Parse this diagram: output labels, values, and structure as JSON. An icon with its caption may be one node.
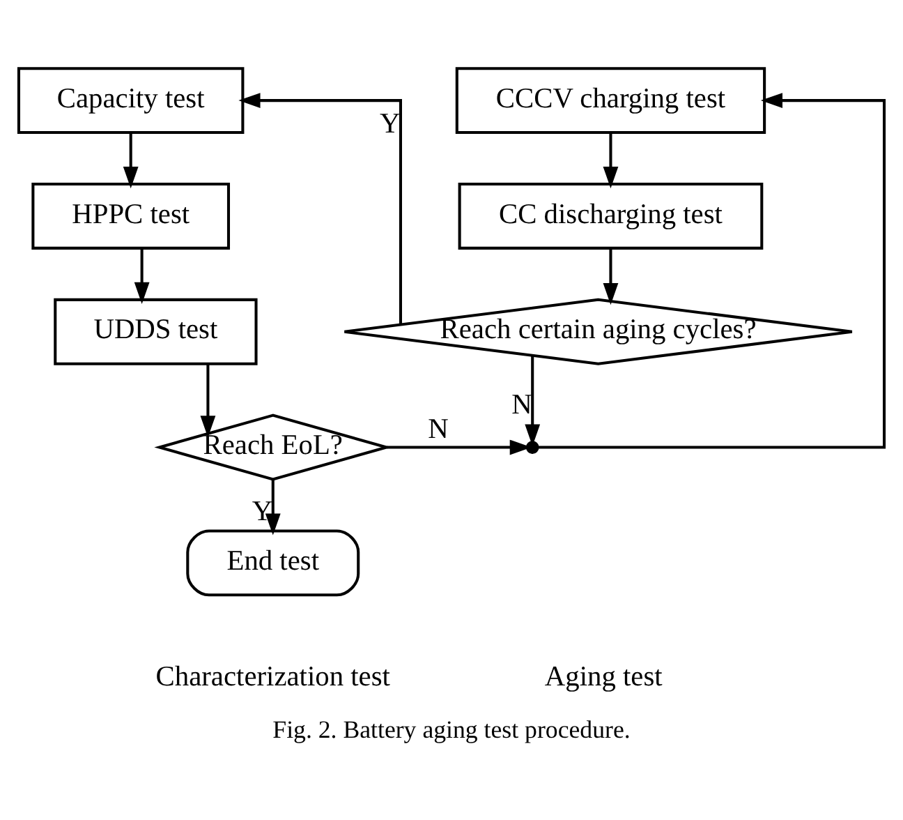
{
  "diagram": {
    "caption": "Fig. 2. Battery aging test procedure.",
    "nodes": [
      {
        "text": [
          "Capacity test"
        ]
      },
      {
        "text": [
          "HPPC test"
        ]
      },
      {
        "text": [
          "UDDS test"
        ]
      },
      {
        "text": [
          "Reach EoL?"
        ]
      },
      {
        "text": [
          "End test"
        ]
      },
      {
        "text": [
          "CCCV charging test"
        ]
      },
      {
        "text": [
          "CC discharging test"
        ]
      },
      {
        "text": [
          "Reach certain aging cycles?"
        ]
      },
      {
        "text": [],
        "shape": "circle"
      }
    ],
    "edges": [
      {
        "from": 0,
        "to": 1,
        "arrow": "to"
      },
      {
        "from": 1,
        "to": 2,
        "arrow": "to"
      },
      {
        "from": 2,
        "to": 3,
        "arrow": "to"
      },
      {
        "from": 3,
        "to": 8,
        "label": "N",
        "arrow": "to"
      },
      {
        "from": 3,
        "to": 4,
        "label": "Y",
        "arrow": "to"
      },
      {
        "from": 8,
        "to": 5,
        "arrow": "to"
      },
      {
        "from": 5,
        "to": 6,
        "arrow": "to"
      },
      {
        "from": 6,
        "to": 7,
        "arrow": "to"
      },
      {
        "from": 7,
        "to": 8,
        "label": "N",
        "arrow": "to"
      },
      {
        "from": 7,
        "to": 0,
        "label": "Y",
        "arrow": "to"
      }
    ],
    "labels": [
      "Characterization test",
      "Aging test"
    ]
  }
}
